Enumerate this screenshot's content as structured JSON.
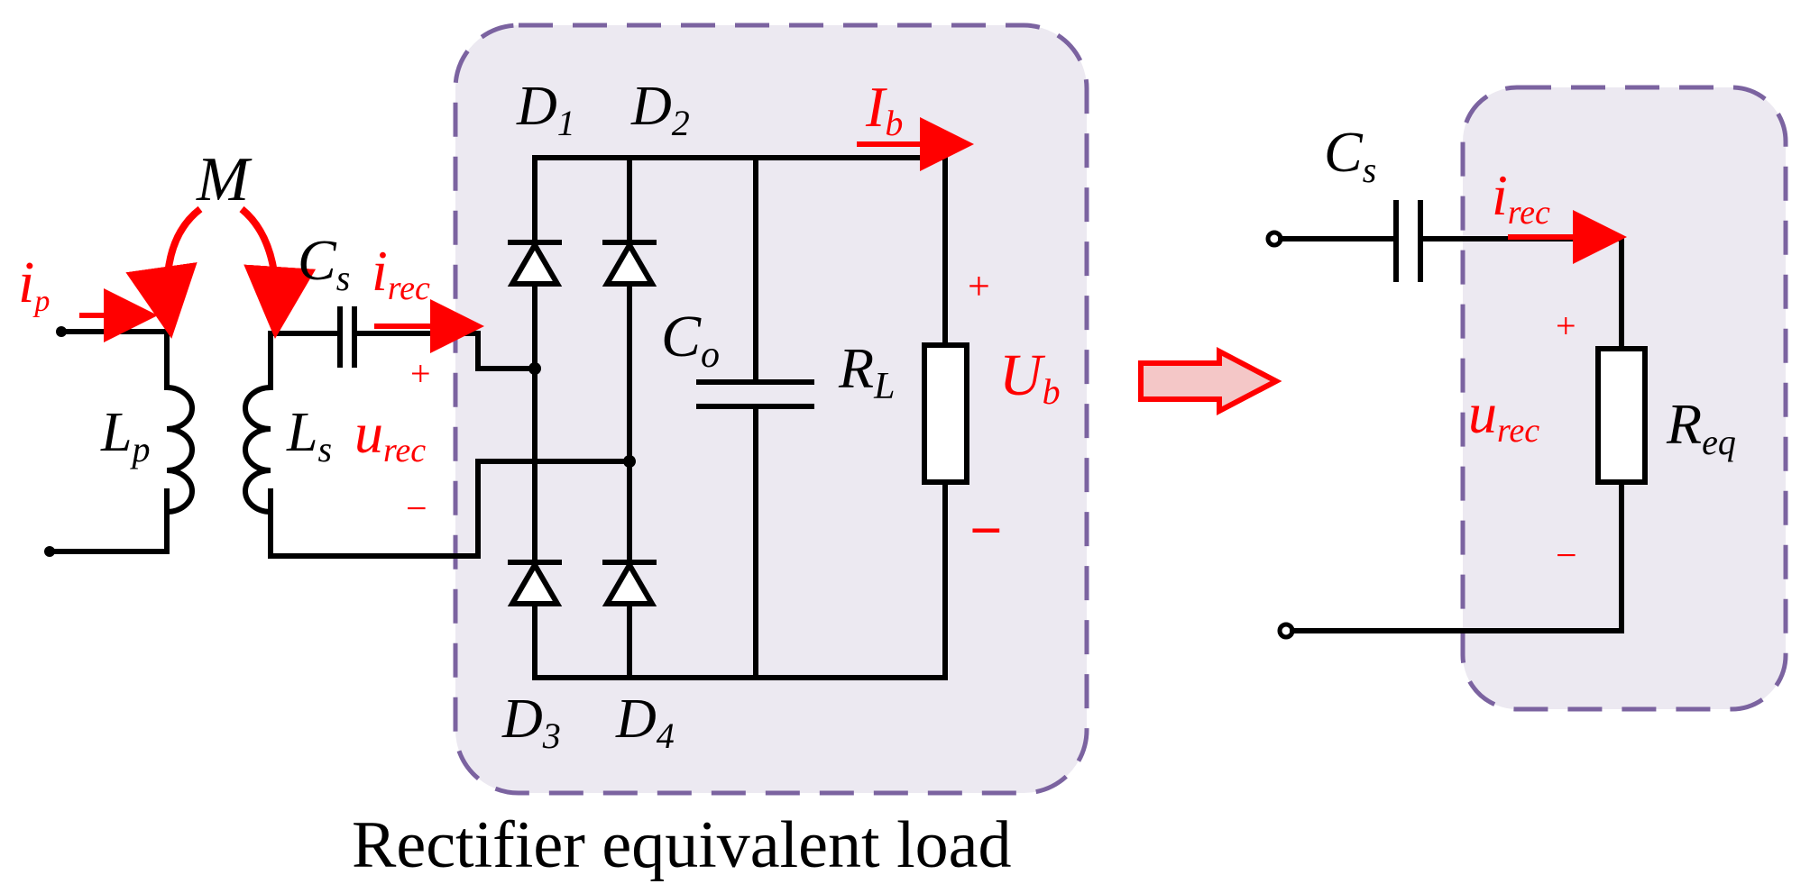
{
  "labels": {
    "M": "M",
    "i_p": "i",
    "i_p_sub": "p",
    "L_p": "L",
    "L_p_sub": "p",
    "L_s": "L",
    "L_s_sub": "s",
    "C_s_left": "C",
    "C_s_left_sub": "s",
    "i_rec_left": "i",
    "i_rec_left_sub": "rec",
    "u_rec_left": "u",
    "u_rec_left_sub": "rec",
    "D1": "D",
    "D1_sub": "1",
    "D2": "D",
    "D2_sub": "2",
    "D3": "D",
    "D3_sub": "3",
    "D4": "D",
    "D4_sub": "4",
    "C_o": "C",
    "C_o_sub": "o",
    "R_L": "R",
    "R_L_sub": "L",
    "I_b": "I",
    "I_b_sub": "b",
    "U_b": "U",
    "U_b_sub": "b",
    "C_s_right": "C",
    "C_s_right_sub": "s",
    "i_rec_right": "i",
    "i_rec_right_sub": "rec",
    "u_rec_right": "u",
    "u_rec_right_sub": "rec",
    "R_eq": "R",
    "R_eq_sub": "eq"
  },
  "signs": {
    "plus_left": "+",
    "minus_left": "−",
    "plus_ub": "+",
    "minus_ub": "−",
    "plus_right": "+",
    "minus_right": "−"
  },
  "caption": "Rectifier equivalent load",
  "colors": {
    "accent": "#ff0000",
    "box_fill": "#ece9f1",
    "box_border": "#7b63a0"
  }
}
